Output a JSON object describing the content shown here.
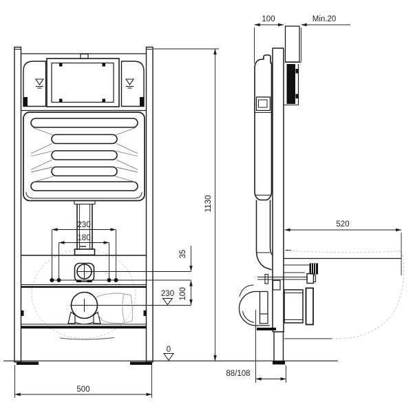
{
  "drawing": {
    "type": "technical installation drawing - wall-hung WC frame",
    "labels": {
      "side_frame_depth": "100",
      "side_wall_min": "Min.20",
      "frame_height": "1130",
      "bowl_depth": "520",
      "fixing_outer": "230",
      "fixing_inner": "180",
      "flush_offset": "35",
      "waste_drop": "100",
      "waste_height": "230",
      "floor_level": "0",
      "frame_width": "500",
      "outlet_offset": "88/108"
    },
    "colors": {
      "line": "#1c1c1c",
      "dashed": "#c8c8c8",
      "background": "#ffffff"
    }
  }
}
